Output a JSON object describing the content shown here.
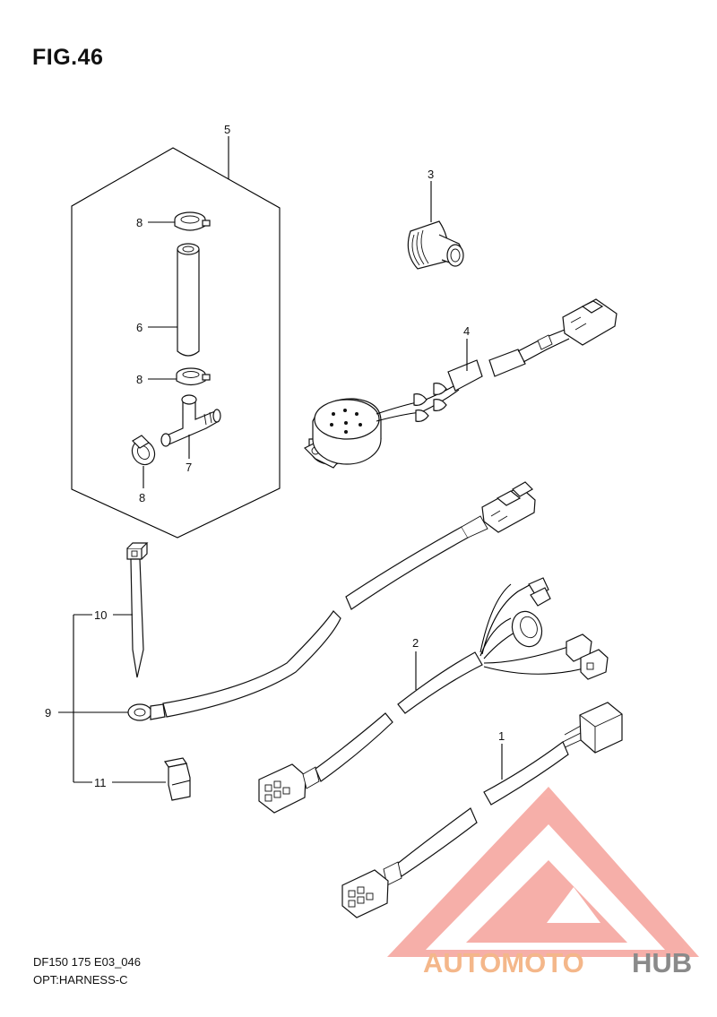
{
  "figure": {
    "title": "FIG.46"
  },
  "footer": {
    "code": "DF150 175 E03_046",
    "name": "OPT:HARNESS-C"
  },
  "callouts": {
    "c1": "1",
    "c2": "2",
    "c3": "3",
    "c4": "4",
    "c5": "5",
    "c6": "6",
    "c7": "7",
    "c8a": "8",
    "c8b": "8",
    "c8c": "8",
    "c9": "9",
    "c10": "10",
    "c11": "11"
  },
  "watermark": {
    "part1": "AUTOMOTO",
    "part2": "HUB",
    "colors": {
      "primary": "#f3b089",
      "secondary": "#8a8a8a",
      "triangle": "#f4a29b"
    }
  }
}
